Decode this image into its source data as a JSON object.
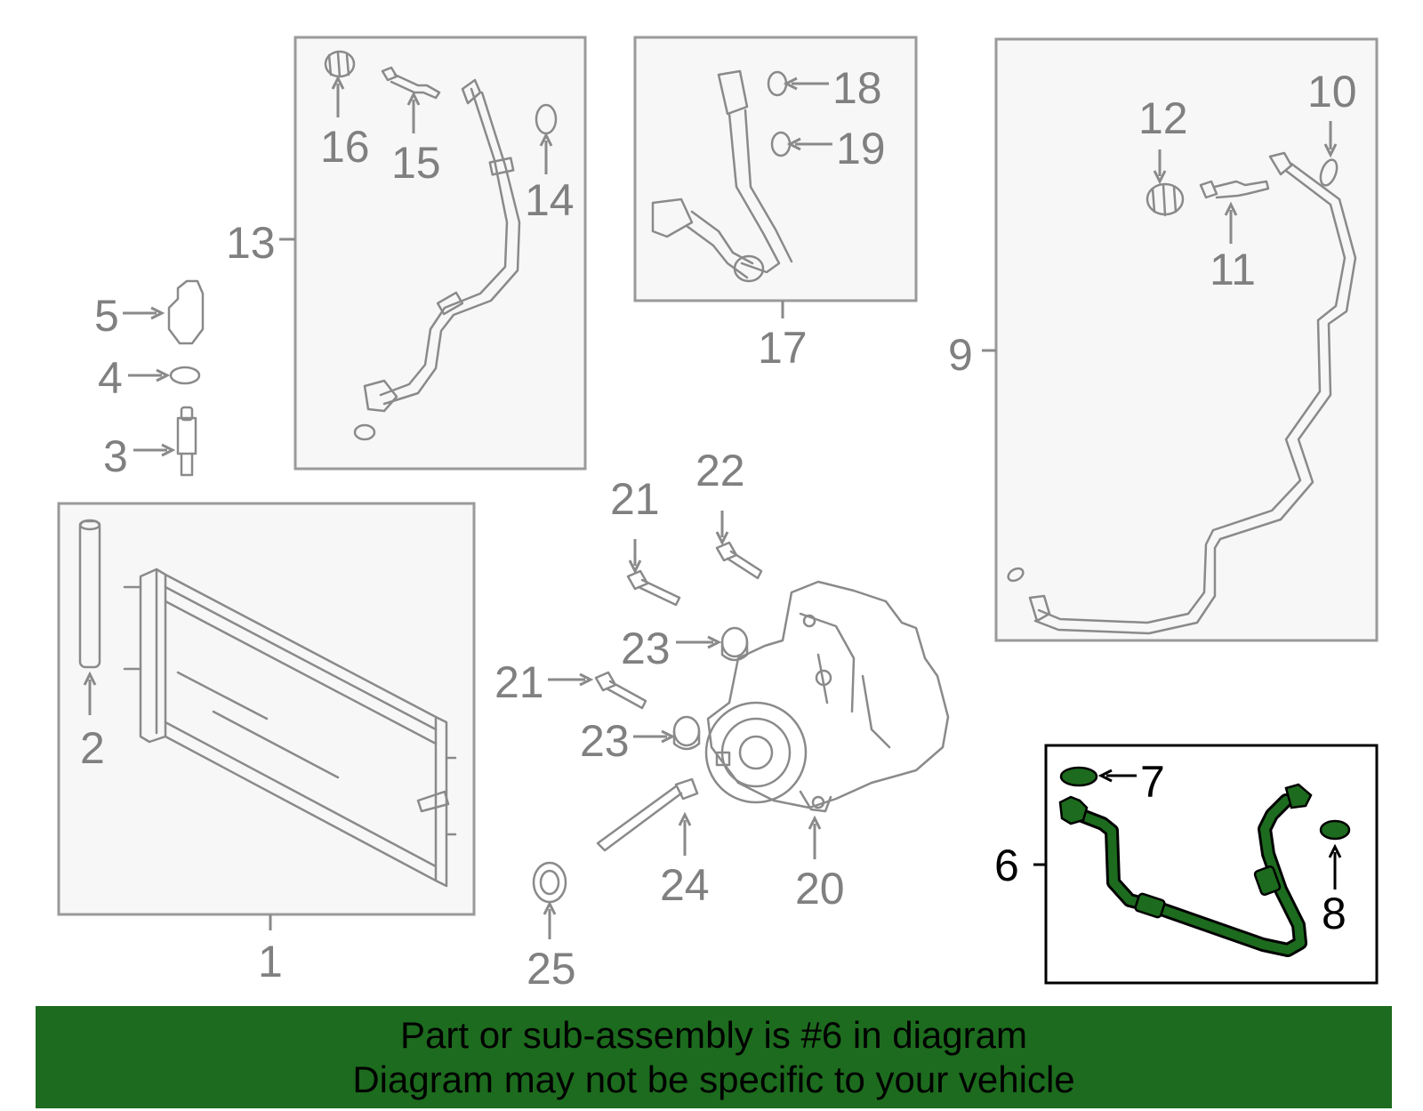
{
  "labels": {
    "l1": "1",
    "l2": "2",
    "l3": "3",
    "l4": "4",
    "l5": "5",
    "l6": "6",
    "l7": "7",
    "l8": "8",
    "l9": "9",
    "l10": "10",
    "l11": "11",
    "l12": "12",
    "l13": "13",
    "l14": "14",
    "l15": "15",
    "l16": "16",
    "l17": "17",
    "l18": "18",
    "l19": "19",
    "l20": "20",
    "l21a": "21",
    "l21b": "21",
    "l22": "22",
    "l23a": "23",
    "l23b": "23",
    "l24": "24",
    "l25": "25"
  },
  "highlight_part": "6",
  "colors": {
    "highlight": "#1d6b1e",
    "banner_bg": "#1d6b1e",
    "parts_gray": "#8a8a8a",
    "box_fill": "#f7f7f7"
  },
  "banner": {
    "line1": "Part or sub-assembly is #6 in diagram",
    "line2": "Diagram may not be specific to your vehicle"
  }
}
